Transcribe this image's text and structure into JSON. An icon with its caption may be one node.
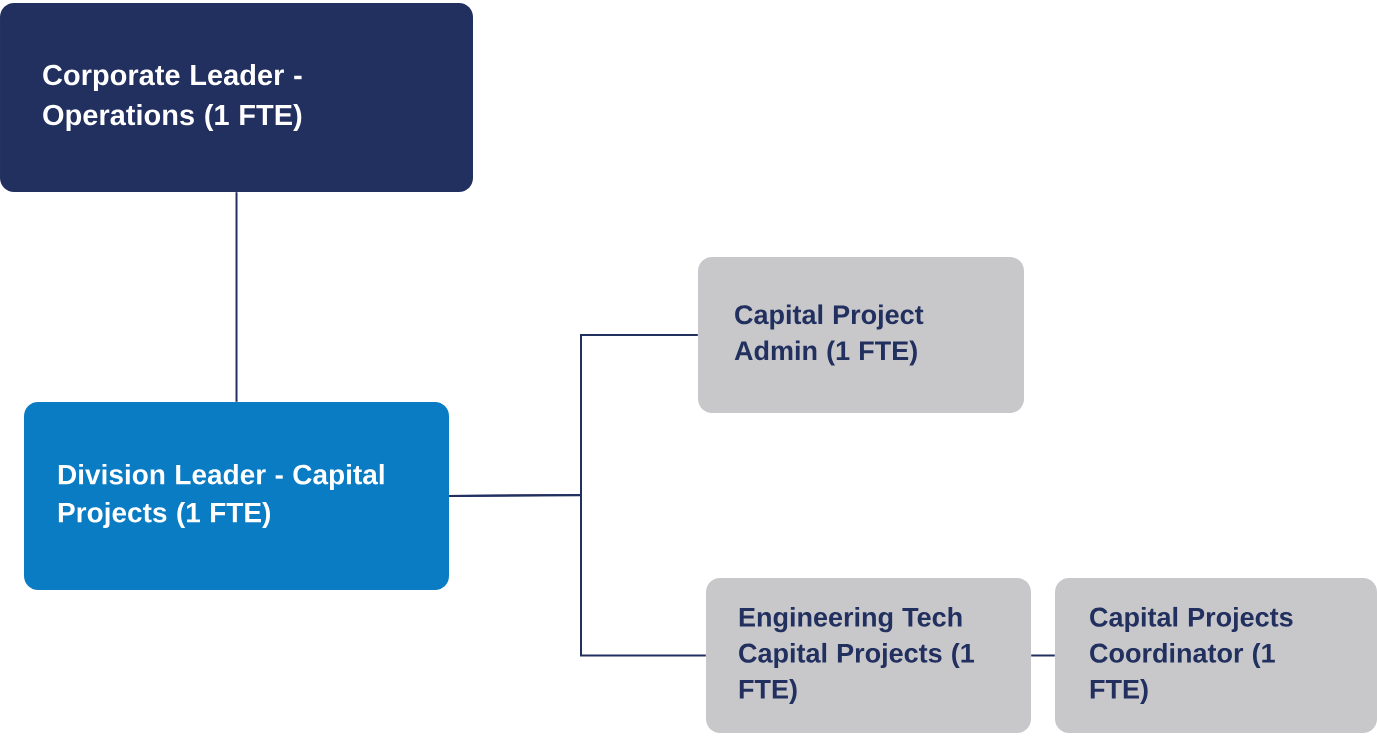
{
  "diagram": {
    "nodes": [
      {
        "text": [
          "Corporate Leader - Operations (1 FTE)"
        ]
      },
      {
        "text": [
          "Division Leader - Capital Projects (1 FTE)"
        ]
      },
      {
        "text": [
          "Capital Project Admin (1 FTE)"
        ]
      },
      {
        "text": [
          "Engineering Tech Capital Projects (1 FTE)"
        ]
      },
      {
        "text": [
          "Capital Projects Coordinator (1 FTE)"
        ]
      }
    ],
    "edges": [
      {
        "from": 0,
        "to": 1,
        "arrow": "none"
      },
      {
        "from": 1,
        "to": 2,
        "arrow": "none"
      },
      {
        "from": 1,
        "to": 3,
        "arrow": "none"
      },
      {
        "from": 3,
        "to": 4,
        "arrow": "none"
      }
    ]
  }
}
